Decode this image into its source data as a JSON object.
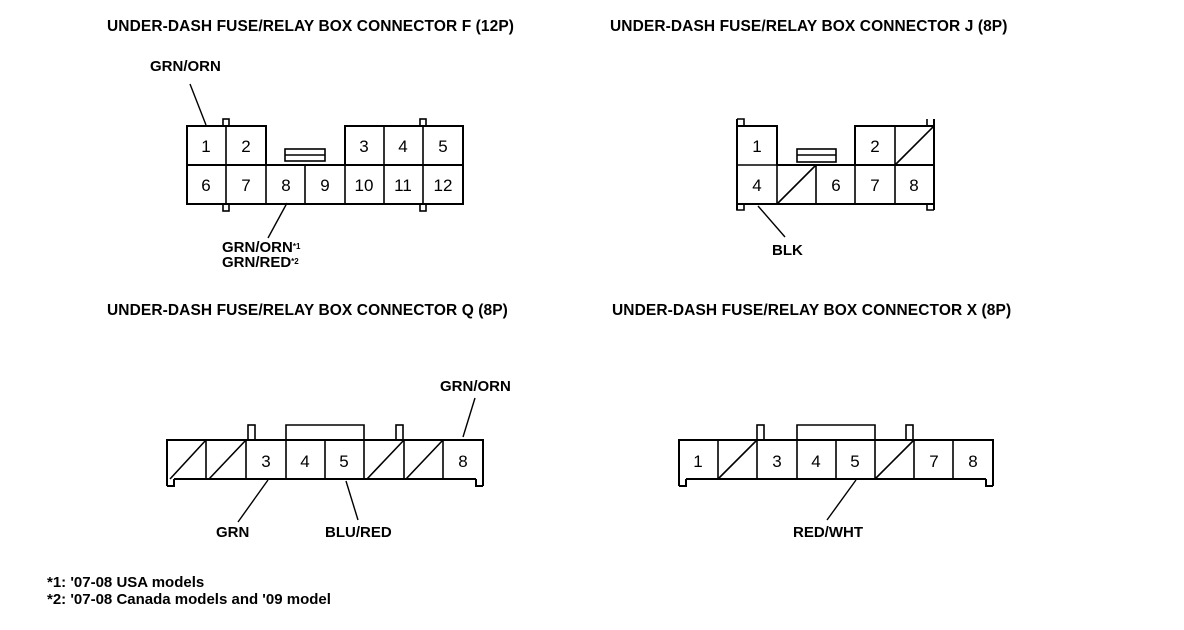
{
  "connectors": {
    "F": {
      "title": "UNDER-DASH FUSE/RELAY BOX CONNECTOR F (12P)",
      "pins_top": [
        "1",
        "2",
        "3",
        "4",
        "5"
      ],
      "pins_bottom": [
        "6",
        "7",
        "8",
        "9",
        "10",
        "11",
        "12"
      ],
      "wires": {
        "pin1": "GRN/ORN",
        "pin8_line1": "GRN/ORN",
        "pin8_line1_note": "*1",
        "pin8_line2": "GRN/RED",
        "pin8_line2_note": "*2"
      }
    },
    "J": {
      "title": "UNDER-DASH FUSE/RELAY BOX CONNECTOR J (8P)",
      "pins": [
        "1",
        "2",
        "4",
        "6",
        "7",
        "8"
      ],
      "unused_pins": [
        3,
        5
      ],
      "wires": {
        "pin4": "BLK"
      }
    },
    "Q": {
      "title": "UNDER-DASH FUSE/RELAY BOX CONNECTOR Q (8P)",
      "pins": [
        "3",
        "4",
        "5",
        "8"
      ],
      "unused_pins": [
        1,
        2,
        6,
        7
      ],
      "wires": {
        "pin3": "GRN",
        "pin5": "BLU/RED",
        "pin8": "GRN/ORN"
      }
    },
    "X": {
      "title": "UNDER-DASH FUSE/RELAY BOX CONNECTOR X (8P)",
      "pins": [
        "1",
        "3",
        "4",
        "5",
        "7",
        "8"
      ],
      "unused_pins": [
        2,
        6
      ],
      "wires": {
        "pin5": "RED/WHT"
      }
    }
  },
  "notes": [
    "*1: '07-08 USA models",
    "*2: '07-08 Canada models and '09 model"
  ]
}
